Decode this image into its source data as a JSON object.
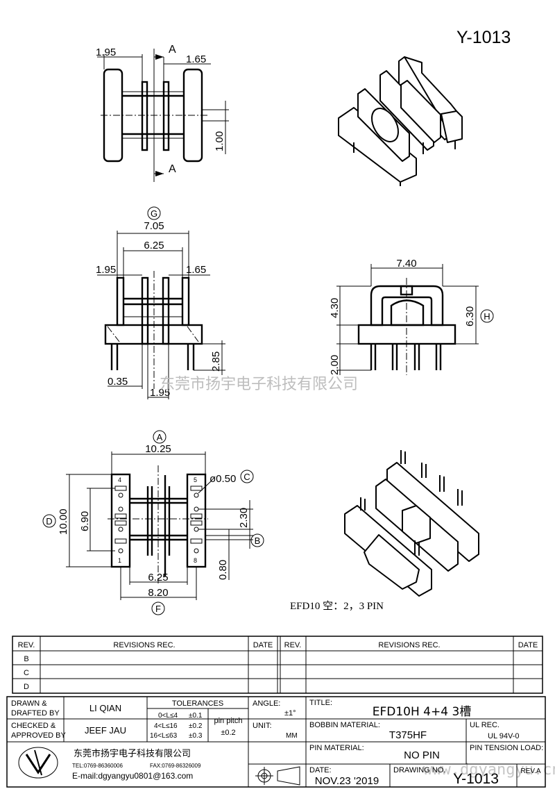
{
  "title_code": "Y-1013",
  "watermark": "东莞市扬宇电子科技有限公司",
  "watermark_url": "www.dgyangyu.cn",
  "note": "EFD10  空：2，3 PIN",
  "view_top": {
    "dim_left": "1.95",
    "dim_right": "1.65",
    "section_top": "A",
    "section_bottom": "A",
    "dim_side": "1.00"
  },
  "view_front": {
    "circle_label": "G",
    "dim_overall": "7.05",
    "dim_inner": "6.25",
    "dim_left": "1.95",
    "dim_right": "1.65",
    "dim_pin_len": "2.85",
    "dim_gap": "0.35",
    "dim_gap2": "1.95"
  },
  "view_side": {
    "dim_width": "7.40",
    "dim_height_left": "4.30",
    "dim_height_right": "6.30",
    "dim_pin": "2.00",
    "circle_label": "H"
  },
  "view_bottom": {
    "circle_a": "A",
    "dim_width": "10.25",
    "pin_dia": "ø0.50",
    "circle_c": "C",
    "dim_height": "10.00",
    "circle_d": "D",
    "dim_inner_h": "6.90",
    "dim_pitch": "2.30",
    "circle_b": "B",
    "dim_small": "0.80",
    "dim_inner_w": "6.25",
    "dim_outer_w": "8.20",
    "circle_f": "F",
    "pin_labels": [
      "4",
      "1",
      "5",
      "8"
    ]
  },
  "revisions": {
    "rev": "REV.",
    "revisions_rec": "REVISIONS    REC.",
    "date": "DATE",
    "rows": [
      "B",
      "C",
      "D"
    ]
  },
  "title_block": {
    "drawn_label": "DRAWN &\nDRAFTED BY",
    "drawn_1": "DRAWN &",
    "drawn_2": "DRAFTED BY",
    "drawn_value": "LI QIAN",
    "checked_1": "CHECKED &",
    "checked_2": "APPROVED BY",
    "checked_value": "JEEF JAU",
    "tolerances": "TOLERANCES",
    "tol_1": "0<L≤4",
    "tol_1v": "±0.1",
    "tol_2": "4<L≤16",
    "tol_2v": "±0.2",
    "tol_3": "16<L≤63",
    "tol_3v": "±0.3",
    "pin_pitch": "pin pitch",
    "pin_pitch_v": "±0.2",
    "angle": "ANGLE:",
    "angle_v": "±1°",
    "unit": "UNIT:",
    "unit_v": "MM",
    "title_label": "TITLE:",
    "title_value": "EFD10H  4+4  3槽",
    "bobbin_label": "BOBBIN MATERIAL:",
    "bobbin_value": "T375HF",
    "ul_label": "UL REC.",
    "ul_value": "UL 94V-0",
    "pin_mat_label": "PIN MATERIAL:",
    "pin_mat_value": "NO PIN",
    "pin_tension": "PIN TENSION LOAD:",
    "company": "东莞市扬宇电子科技有限公司",
    "tel": "TEL:0769-86360006",
    "fax": "FAX:0769-86326009",
    "email": "E-mail:dgyangyu0801@163.com",
    "date_label": "DATE:",
    "date_value": "NOV.23 '2019",
    "drawing_no": "DRAWING NO.",
    "drawing_value": "Y-1013",
    "rev_a": "REV.A"
  }
}
